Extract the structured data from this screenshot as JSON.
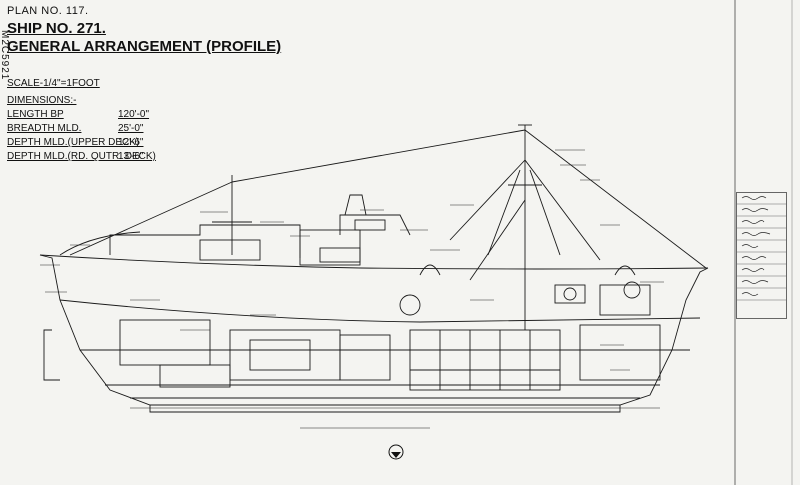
{
  "title_block": {
    "plan_no": "PLAN NO. 117.",
    "ship_no": "SHIP NO. 271.",
    "title": "GENERAL ARRANGEMENT (PROFILE)",
    "scale": "SCALE-1/4\"=1FOOT",
    "dimensions_heading": "DIMENSIONS:-"
  },
  "dimensions": [
    {
      "label": "LENGTH BP",
      "value": "120'-0\""
    },
    {
      "label": "BREADTH MLD.",
      "value": "25'-0\""
    },
    {
      "label": "DEPTH MLD.(UPPER DECK)",
      "value": "12'-6\""
    },
    {
      "label": "DEPTH MLD.(RD. QUTR. DECK)",
      "value": "13'-6\""
    }
  ],
  "colors": {
    "paper": "#f4f4f1",
    "ink": "#111111",
    "faint_ink": "#666666"
  },
  "icons": {
    "drawing": "ship-profile-drawing-icon",
    "emblem": "builder-emblem-icon"
  }
}
